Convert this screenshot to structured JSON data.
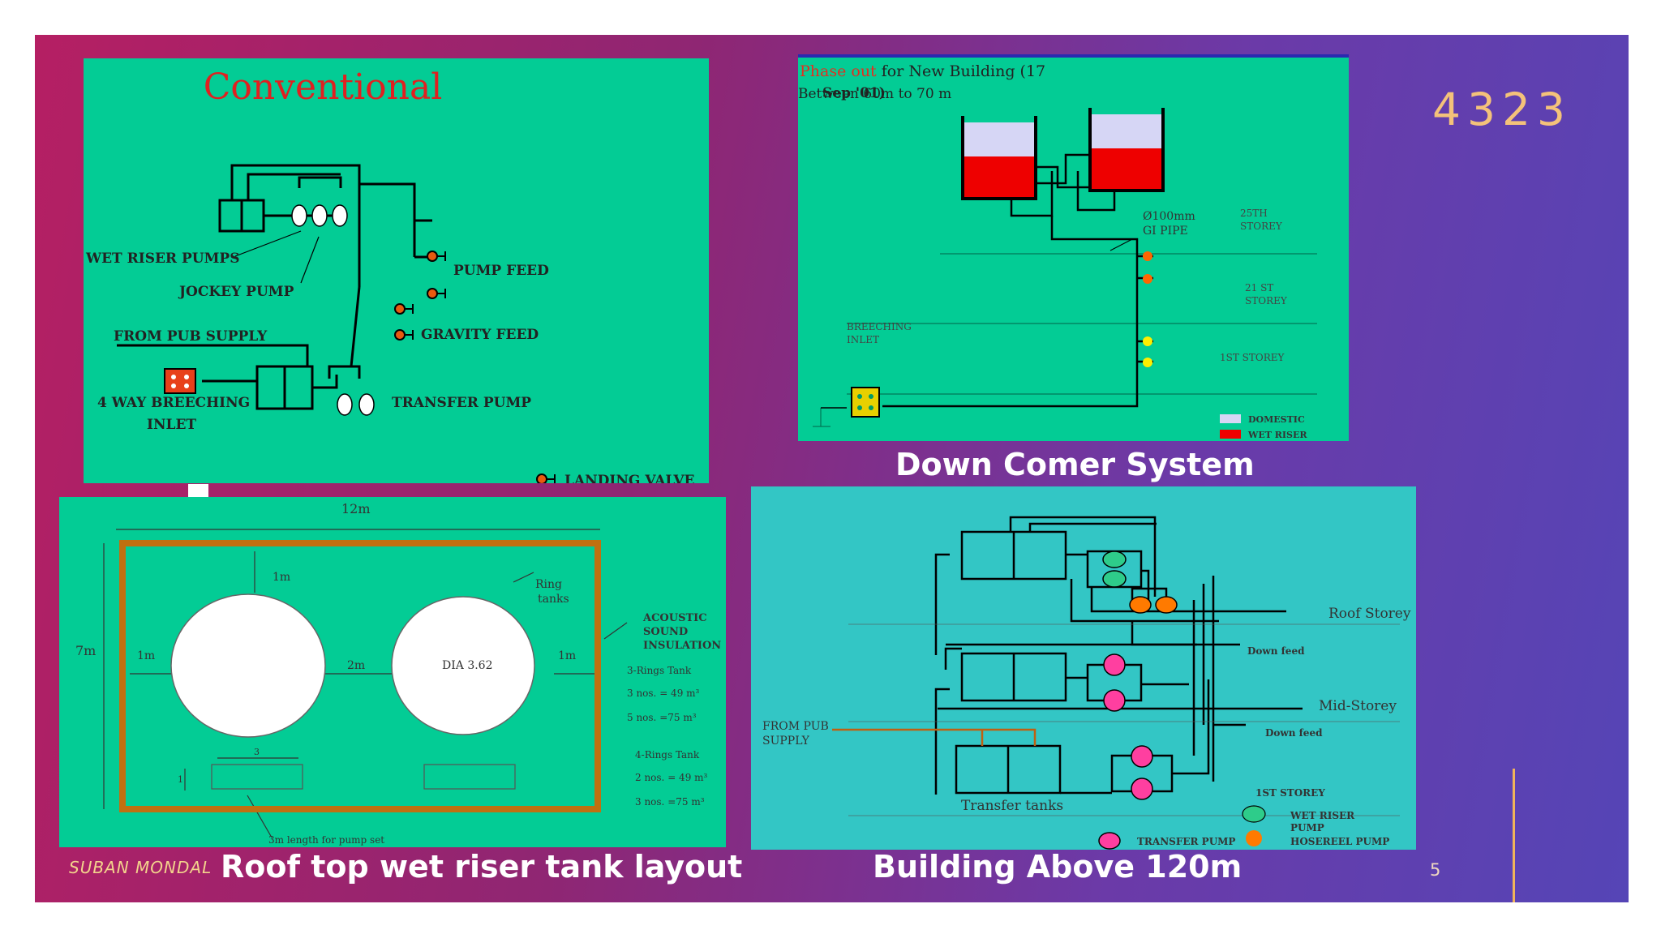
{
  "slide": {
    "number_display": "4323",
    "author": "SUBAN MONDAL",
    "page": "5"
  },
  "captions": {
    "down_comer": "Down Comer System",
    "roof_tank": "Roof top wet riser tank layout",
    "above_120": "Building Above 120m"
  },
  "conventional": {
    "title": "Conventional",
    "wet_riser_pumps": "WET RISER PUMPS",
    "jockey_pump": "JOCKEY PUMP",
    "from_pub_supply": "FROM PUB SUPPLY",
    "breeching_line1": "4 WAY BREECHING",
    "breeching_line2": "INLET",
    "pump_feed": "PUMP FEED",
    "gravity_feed": "GRAVITY FEED",
    "transfer_pump": "TRANSFER PUMP",
    "landing_valve": "LANDING VALVE"
  },
  "downcomer": {
    "header_red": "Phase out",
    "header_black": " for New Building (17",
    "header_line2": "Between 60m to 70 m",
    "header_overlay": "Sep '01)",
    "pipe_line1": "Ø100mm",
    "pipe_line2": "GI PIPE",
    "storey_25_line1": "25TH",
    "storey_25_line2": "STOREY",
    "storey_21_line1": "21 ST",
    "storey_21_line2": "STOREY",
    "storey_1": "1ST STOREY",
    "breeching_line1": "BREECHING",
    "breeching_line2": "INLET",
    "legend_domestic": "DOMESTIC",
    "legend_wet_riser": "WET RISER",
    "colors": {
      "domestic": "#d6d6f5",
      "wet_riser": "#ee0000"
    }
  },
  "tank_layout": {
    "width_label": "12m",
    "height_label": "7m",
    "gap_top": "1m",
    "gap_left": "1m",
    "gap_mid": "2m",
    "gap_right": "1m",
    "ring_tanks_line1": "Ring",
    "ring_tanks_line2": "tanks",
    "dia": "DIA 3.62",
    "acoustic_line1": "ACOUSTIC",
    "acoustic_line2": "SOUND",
    "acoustic_line3": "INSULATION",
    "rings3": "3-Rings Tank",
    "rings3_a": "3 nos. = 49 m³",
    "rings3_b": "5 nos. =75  m³",
    "rings4": "4-Rings Tank",
    "rings4_a": "2 nos. = 49 m³",
    "rings4_b": "3 nos. =75  m³",
    "pump_dim_w": "3",
    "pump_dim_h": "1",
    "pump_set": "3m length for pump set"
  },
  "above120": {
    "roof_storey": "Roof Storey",
    "down_feed_1": "Down feed",
    "mid_storey": "Mid-Storey",
    "down_feed_2": "Down feed",
    "from_pub_line1": "FROM PUB",
    "from_pub_line2": "SUPPLY",
    "transfer_tanks": "Transfer tanks",
    "storey_1": "1ST STOREY",
    "legend_wet_riser_line1": "WET RISER",
    "legend_wet_riser_line2": "PUMP",
    "legend_transfer": "TRANSFER PUMP",
    "legend_hosereel": "HOSEREEL PUMP",
    "colors": {
      "wet_riser_pump": "#2ecc8a",
      "transfer_pump": "#ff3fa0",
      "hosereel_pump": "#ff7a00"
    }
  }
}
